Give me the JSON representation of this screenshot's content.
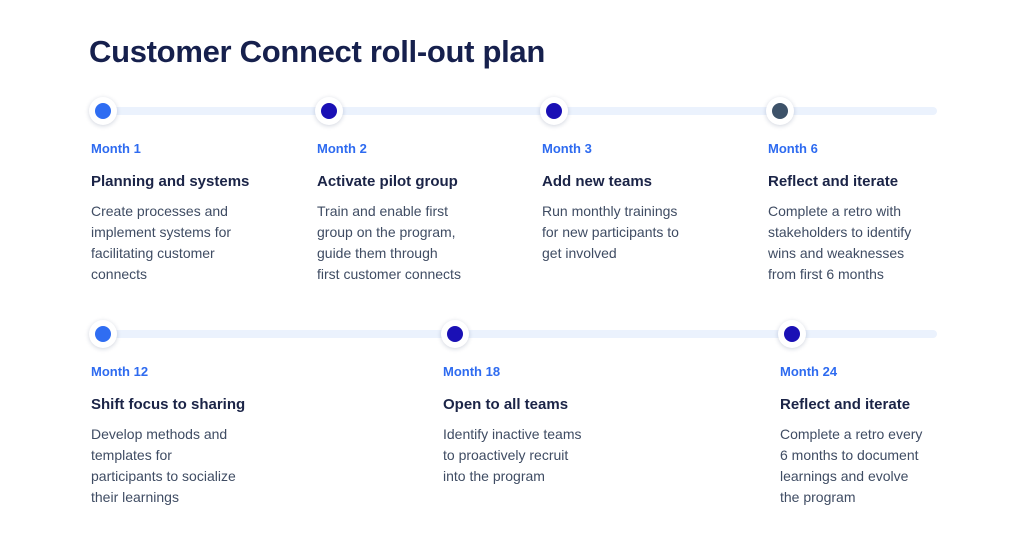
{
  "page": {
    "title": "Customer Connect roll-out plan"
  },
  "colors": {
    "accent_blue": "#2e6bf0",
    "indigo": "#1a10b5",
    "slate": "#3d5269",
    "track": "#ebf2fd",
    "heading_navy": "#16204d",
    "body_text": "#3f4c63"
  },
  "rows": [
    {
      "items": [
        {
          "month": "Month 1",
          "title": "Planning and systems",
          "description": "Create processes and\nimplement systems for\nfacilitating customer\nconnects",
          "dot_color": "#2f6df2"
        },
        {
          "month": "Month 2",
          "title": "Activate pilot group",
          "description": "Train and enable first\ngroup on the program,\nguide them through\nfirst customer connects",
          "dot_color": "#1a10b5"
        },
        {
          "month": "Month 3",
          "title": "Add new teams",
          "description": "Run monthly trainings\nfor new participants to\nget involved",
          "dot_color": "#1a10b5"
        },
        {
          "month": "Month 6",
          "title": "Reflect and iterate",
          "description": "Complete a retro with\nstakeholders to identify\nwins and weaknesses\nfrom first 6 months",
          "dot_color": "#3d5269"
        }
      ]
    },
    {
      "items": [
        {
          "month": "Month 12",
          "title": "Shift focus to sharing",
          "description": "Develop methods and\ntemplates for\nparticipants to socialize\ntheir learnings",
          "dot_color": "#2f6df2"
        },
        {
          "month": "Month 18",
          "title": "Open to all teams",
          "description": "Identify inactive teams\nto proactively recruit\ninto the program",
          "dot_color": "#1a10b5"
        },
        {
          "month": "Month 24",
          "title": "Reflect and iterate",
          "description": "Complete a retro every\n6 months to document\nlearnings and evolve\nthe program",
          "dot_color": "#1a10b5"
        }
      ]
    }
  ]
}
